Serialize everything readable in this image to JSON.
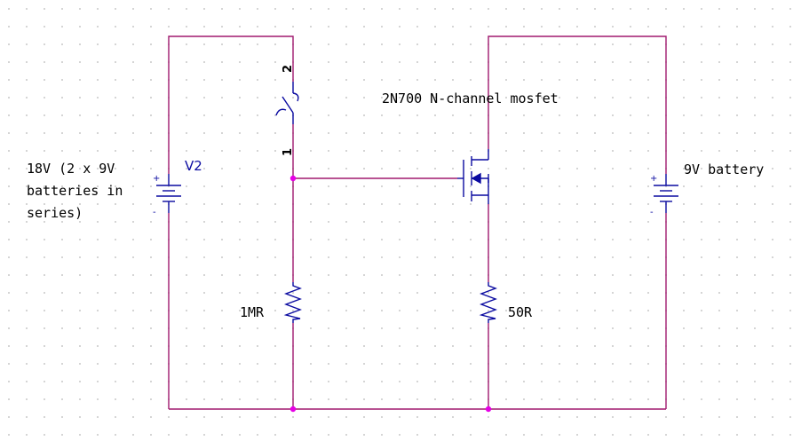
{
  "colors": {
    "wire": "#a0196e",
    "junction": "#e600e6",
    "component": "#0a0aa0",
    "text": "#000000",
    "grid_dot": "#c9c9c9"
  },
  "labels": {
    "v2_ref": "V2",
    "v2_desc_line1": "18V (2 x 9V",
    "v2_desc_line2": "batteries in",
    "v2_desc_line3": "series)",
    "battery2": "9V battery",
    "mosfet": "2N700 N-channel mosfet",
    "r1": "1MR",
    "r2": "50R",
    "switch_pin1": "1",
    "switch_pin2": "2",
    "plus": "+",
    "minus": "-"
  }
}
